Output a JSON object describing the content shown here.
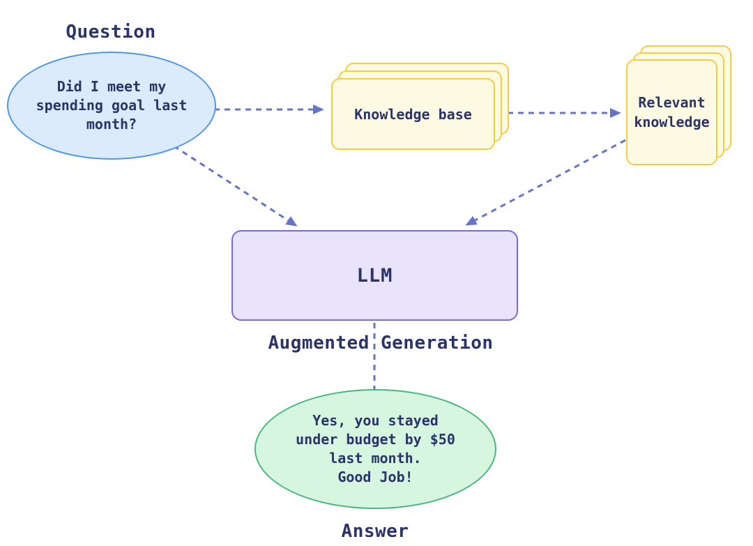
{
  "labels": {
    "question": "Question",
    "augmented_generation": "Augmented Generation",
    "answer": "Answer"
  },
  "nodes": {
    "question": "Did I meet my\nspending goal last\nmonth?",
    "knowledge_base": "Knowledge base",
    "relevant_knowledge": "Relevant\nknowledge",
    "llm": "LLM",
    "answer": "Yes, you stayed\nunder budget by $50\nlast month.\nGood Job!"
  },
  "arrows": [
    {
      "name": "question-to-knowledge-base"
    },
    {
      "name": "knowledge-base-to-relevant-knowledge"
    },
    {
      "name": "question-to-llm"
    },
    {
      "name": "relevant-knowledge-to-llm"
    },
    {
      "name": "llm-to-answer"
    }
  ],
  "colors": {
    "background": "#FFFFFF",
    "text_navy": "#2B3467",
    "arrow": "#6474C6",
    "question_fill": "#DCEBFB",
    "question_stroke": "#4E96E8",
    "card_fill": "#FDFAE4",
    "card_stroke": "#F5CB43",
    "llm_fill": "#E9E3FB",
    "llm_stroke": "#7A6AD9",
    "answer_fill": "#D6F6E0",
    "answer_stroke": "#45B87B"
  }
}
